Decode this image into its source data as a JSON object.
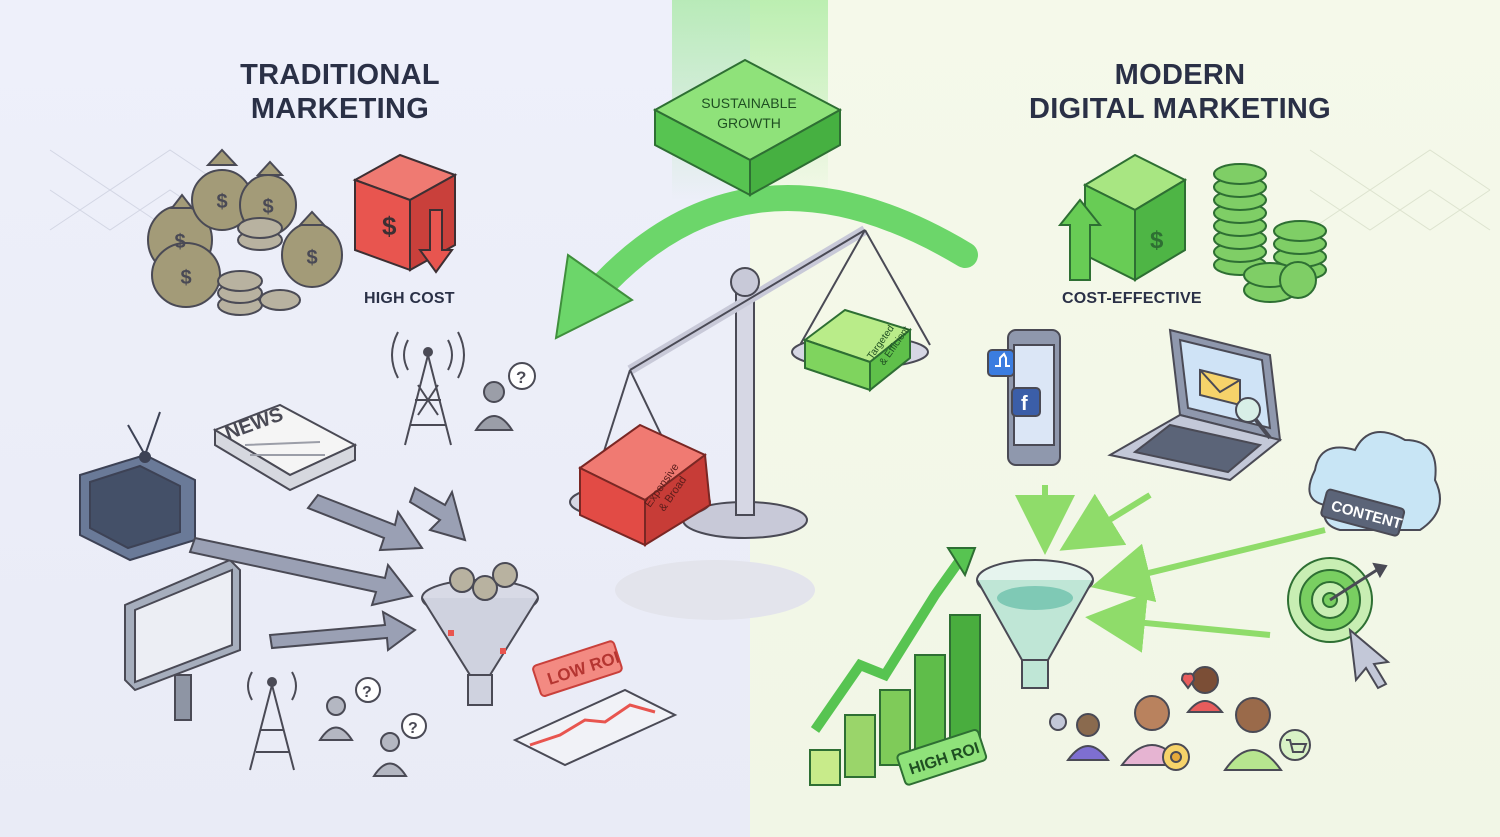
{
  "left": {
    "heading_line1": "TRADITIONAL",
    "heading_line2": "MARKETING",
    "high_cost": "HIGH COST",
    "news_label": "NEWS",
    "low_roi": "LOW ROI"
  },
  "right": {
    "heading_line1": "MODERN",
    "heading_line2": "DIGITAL MARKETING",
    "cost_effective": "COST-EFFECTIVE",
    "content_label": "CONTENT",
    "high_roi": "HIGH ROI"
  },
  "center": {
    "growth_line1": "SUSTAINABLE",
    "growth_line2": "GROWTH",
    "left_weight_line1": "Expensive",
    "left_weight_line2": "& Broad",
    "right_weight_line1": "Targeted",
    "right_weight_line2": "& Efficient"
  },
  "colors": {
    "red": "#e8554f",
    "green": "#5fd05a",
    "navy": "#2a3046"
  }
}
